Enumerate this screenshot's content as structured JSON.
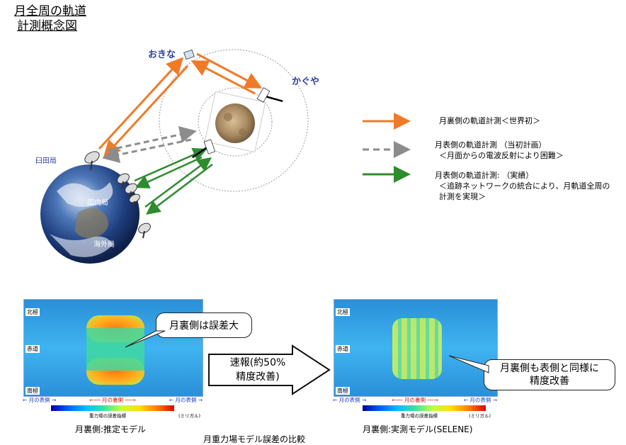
{
  "title": {
    "line1": "月全周の軌道",
    "line2": "計測概念図"
  },
  "stations": {
    "okina": "おきな",
    "kaguya": "かぐや",
    "usuda": "臼田局",
    "domestic": "国内局",
    "overseas": "海外局"
  },
  "legend": [
    {
      "color": "#f07a28",
      "style": "solid",
      "lines": [
        "月裏側の軌道計測＜世界初＞"
      ]
    },
    {
      "color": "#8c8c8c",
      "style": "dashed",
      "lines": [
        "月表側の軌道計測 （当初計画）",
        "＜月面からの電波反射により困難＞"
      ]
    },
    {
      "color": "#2e8b2e",
      "style": "solid",
      "lines": [
        "月表側の軌道計測: （実績）",
        "＜追跡ネットワークの統合により、月軌道全周の",
        "計測を実現＞"
      ]
    }
  ],
  "left_map": {
    "ticks": {
      "north": "北極",
      "equator": "赤道",
      "south": "南極"
    },
    "callout": "月裏側は誤差大",
    "axis": [
      "月の表側",
      "月の裏側",
      "月の表側"
    ],
    "colorbar_label": "重力場の誤差指標",
    "unit": "(ミリガル)",
    "caption": "月裏側:推定モデル"
  },
  "arrow_text": {
    "line1": "速報(約50%",
    "line2": "精度改善)"
  },
  "right_map": {
    "ticks": {
      "north": "北極",
      "equator": "赤道",
      "south": "南極"
    },
    "callout": {
      "line1": "月裏側も表側と同様に",
      "line2": "精度改善"
    },
    "axis": [
      "月の表側",
      "月の裏側",
      "月の表側"
    ],
    "colorbar_label": "重力場の誤差指標",
    "unit": "(ミリガル)",
    "caption": "月裏側:実測モデル(SELENE)"
  },
  "bottom_caption": "月重力場モデル誤差の比較",
  "colors": {
    "orange": "#f07a28",
    "gray": "#8c8c8c",
    "green": "#2e8b2e",
    "station_text": "#2f3f9a"
  },
  "icons": [
    "antenna-icon",
    "satellite-icon",
    "moon-image",
    "earth-image"
  ]
}
